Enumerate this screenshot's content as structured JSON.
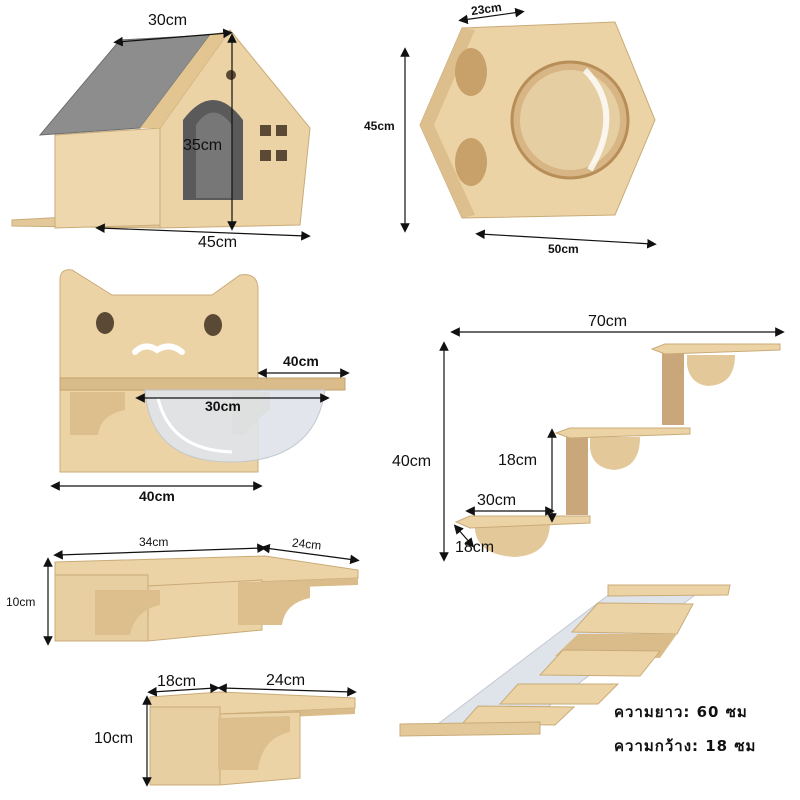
{
  "products": {
    "house": {
      "width": "30cm",
      "height": "35cm",
      "length": "45cm"
    },
    "hex_capsule": {
      "depth": "23cm",
      "height": "45cm",
      "width": "50cm"
    },
    "cat_face_bowl": {
      "depth": "40cm",
      "bowl": "30cm",
      "width": "40cm"
    },
    "step_set": {
      "width": "70cm",
      "height": "40cm",
      "step_gap": "18cm",
      "step_width": "30cm",
      "step_depth": "18cm"
    },
    "large_shelf": {
      "length": "34cm",
      "depth": "24cm",
      "height": "10cm"
    },
    "small_shelf": {
      "length": "18cm",
      "depth": "24cm",
      "height": "10cm"
    },
    "bridge": {
      "length_text": "ความยาว: 60 ซม",
      "width_text": "ความกว้าง: 18 ซม"
    }
  },
  "colors": {
    "wood": "#e8cfa1",
    "wood_dark": "#d2b27c",
    "roof": "#8a8a8a",
    "rope": "#c9a77a",
    "line": "#111111"
  }
}
